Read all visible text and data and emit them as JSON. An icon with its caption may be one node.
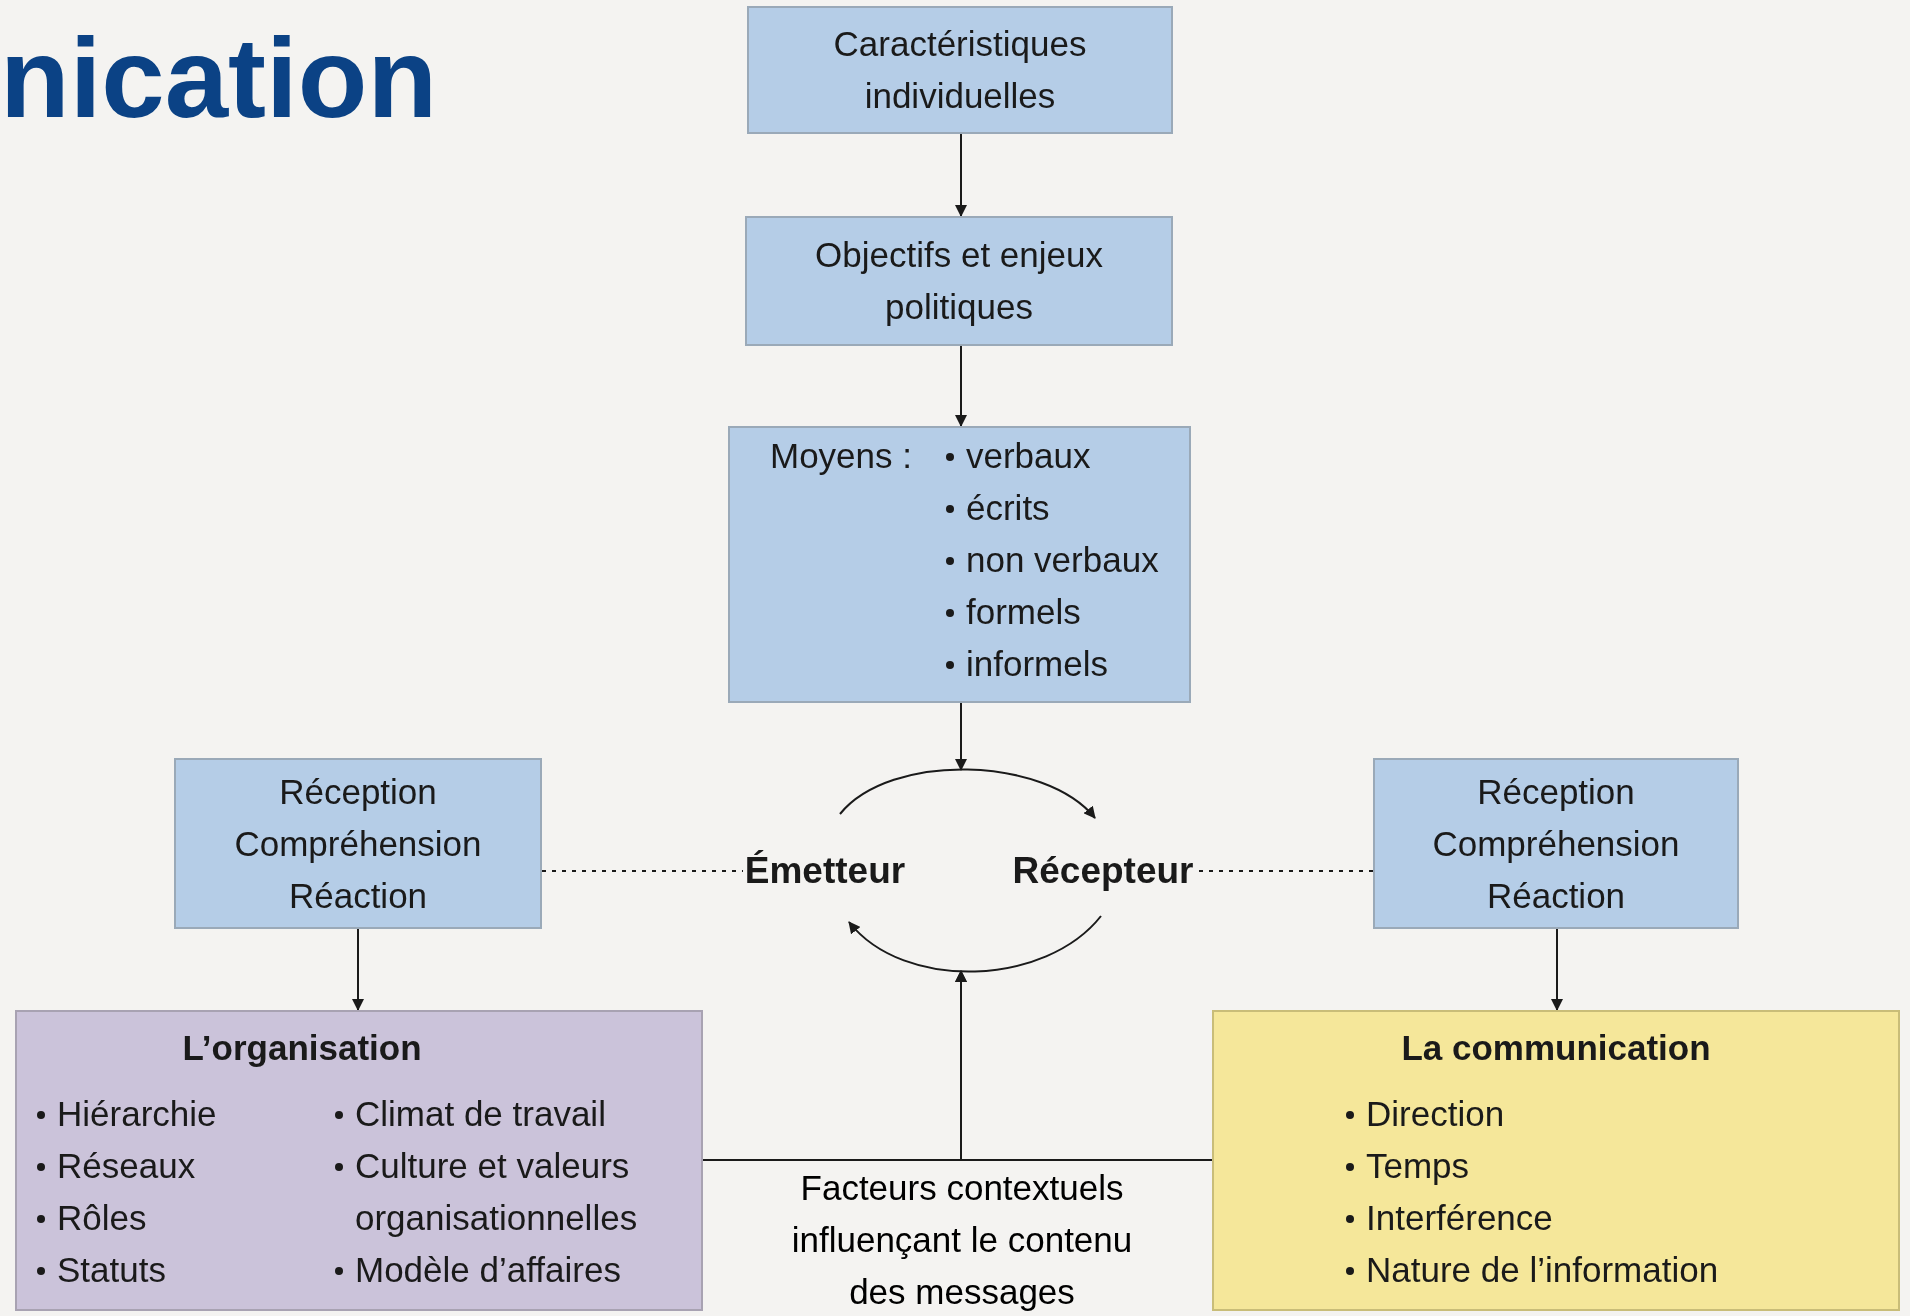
{
  "diagram": {
    "title": "nication",
    "nodes": [
      {
        "text": [
          "Caractéristiques individuelles"
        ]
      },
      {
        "text": [
          "Objectifs et enjeux politiques"
        ]
      },
      {
        "text": [
          "Moyens :",
          "verbaux",
          "écrits",
          "non verbaux",
          "formels",
          "informels"
        ]
      },
      {
        "text": [
          "Réception",
          "Compréhension",
          "Réaction"
        ]
      },
      {
        "text": [
          "Émetteur"
        ]
      },
      {
        "text": [
          "Récepteur"
        ]
      },
      {
        "text": [
          "Réception",
          "Compréhension",
          "Réaction"
        ]
      },
      {
        "text": [
          "L’organisation",
          "Hiérarchie",
          "Réseaux",
          "Rôles",
          "Statuts",
          "Climat de travail",
          "Culture et valeurs organisationnelles",
          "Modèle d’affaires"
        ]
      },
      {
        "text": [
          "La communication",
          "Direction",
          "Temps",
          "Interférence",
          "Nature de l’information"
        ]
      }
    ],
    "edges": [
      {
        "from": 0,
        "to": 1,
        "arrow": "to"
      },
      {
        "from": 1,
        "to": 2,
        "arrow": "to"
      },
      {
        "from": 2,
        "to": null,
        "arrow": "to"
      },
      {
        "from": 4,
        "to": 5,
        "arrow": "to"
      },
      {
        "from": 5,
        "to": 4,
        "arrow": "to"
      },
      {
        "from": 3,
        "to": 4,
        "arrow": "none",
        "style": "dashed"
      },
      {
        "from": 5,
        "to": 6,
        "arrow": "none",
        "style": "dashed"
      },
      {
        "from": 3,
        "to": 7,
        "arrow": "to"
      },
      {
        "from": 6,
        "to": 8,
        "arrow": "to"
      },
      {
        "from": 7,
        "to": null,
        "arrow": "to"
      },
      {
        "from": 8,
        "to": null,
        "arrow": "to"
      }
    ],
    "labels": [
      "Facteurs contextuels influençant le contenu des messages"
    ]
  }
}
